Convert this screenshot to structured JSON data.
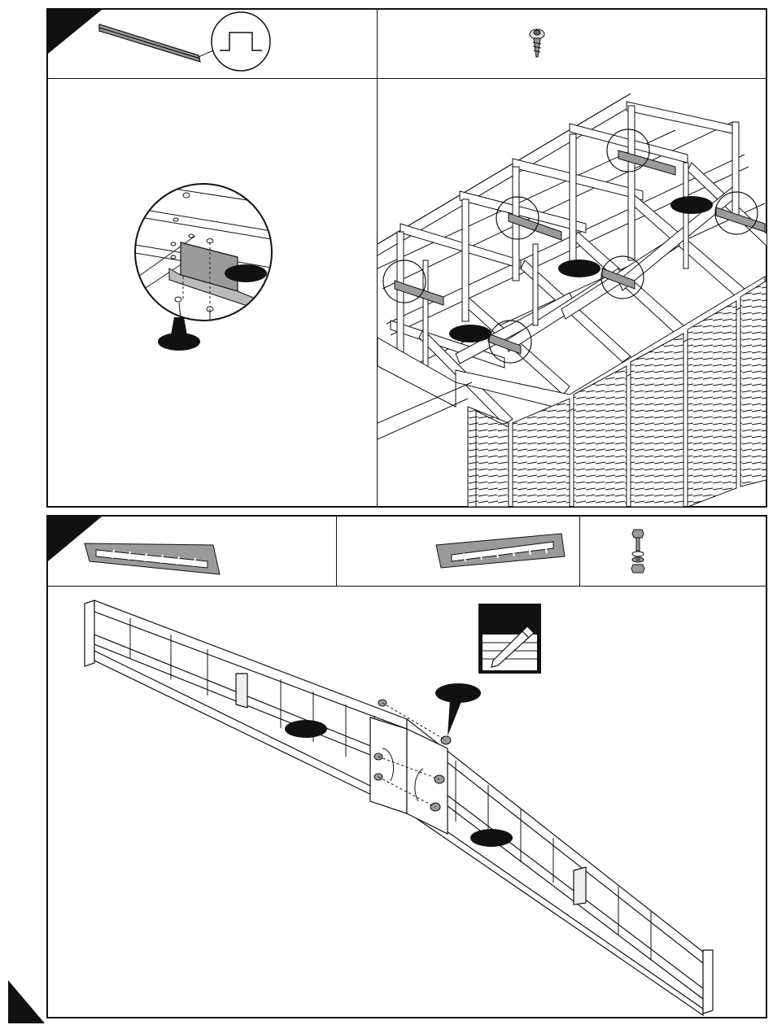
{
  "page": {
    "background": "#ffffff",
    "ink": "#111111",
    "part_fill": "#9a9a9a",
    "label_fill": "#111111"
  },
  "step_top": {
    "parts": [
      {
        "icon": "roof-channel-rail-icon"
      },
      {
        "icon": "screw-icon"
      }
    ],
    "detail_icon": "channel-profile-icon",
    "callouts": [
      "bracket-label",
      "screw-label",
      "roof-labels"
    ]
  },
  "step_bottom": {
    "parts": [
      {
        "icon": "roof-truss-half-left-icon"
      },
      {
        "icon": "roof-truss-half-right-icon"
      },
      {
        "icon": "bolt-washer-nut-icon"
      }
    ],
    "note_icon": "pencil-note-icon"
  }
}
